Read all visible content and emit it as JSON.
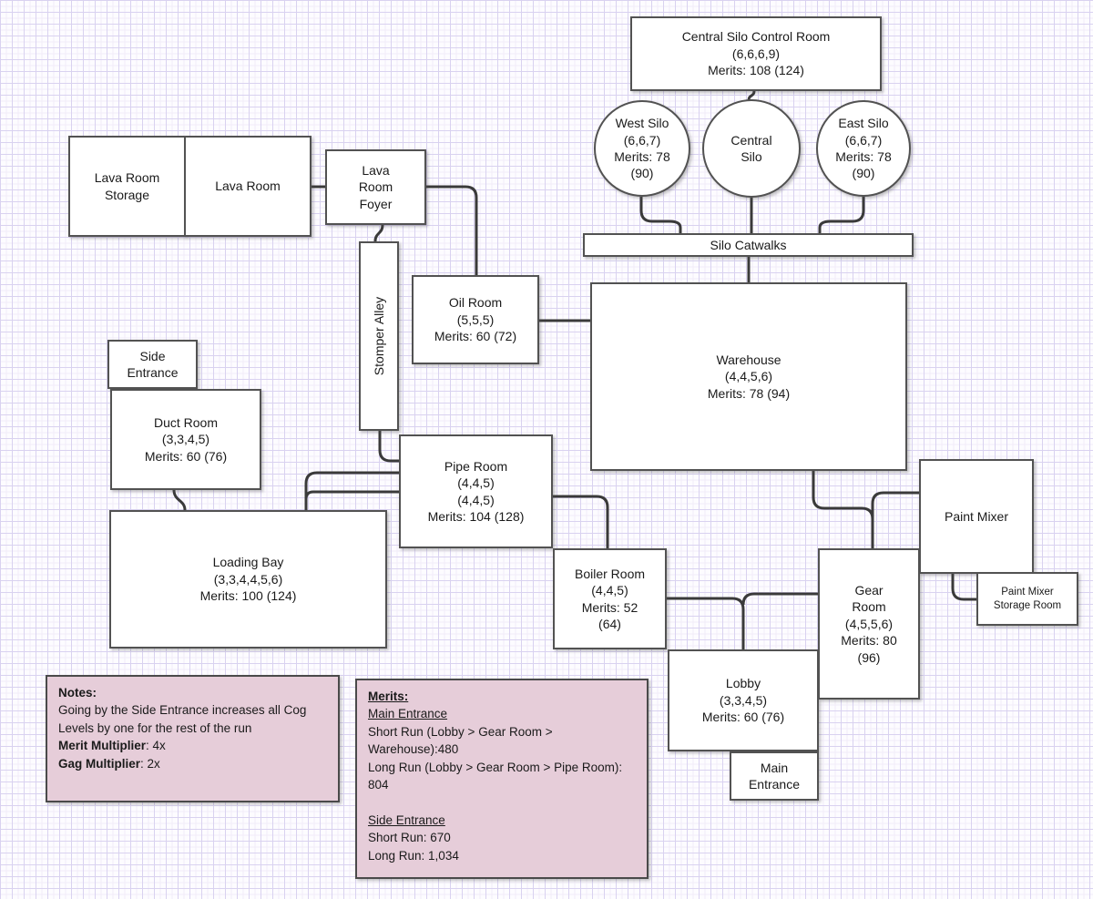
{
  "diagram": {
    "rooms": {
      "control_room": {
        "lines": [
          "Central Silo Control Room",
          "(6,6,6,9)",
          "Merits: 108 (124)"
        ]
      },
      "west_silo": {
        "lines": [
          "West Silo",
          "(6,6,7)",
          "Merits: 78",
          "(90)"
        ]
      },
      "central_silo": {
        "lines": [
          "Central",
          "Silo"
        ]
      },
      "east_silo": {
        "lines": [
          "East Silo",
          "(6,6,7)",
          "Merits: 78",
          "(90)"
        ]
      },
      "silo_catwalks": {
        "lines": [
          "Silo Catwalks"
        ]
      },
      "warehouse": {
        "lines": [
          "Warehouse",
          "(4,4,5,6)",
          "Merits: 78 (94)"
        ]
      },
      "lava_room_storage": {
        "lines": [
          "Lava Room",
          "Storage"
        ]
      },
      "lava_room": {
        "lines": [
          "Lava Room"
        ]
      },
      "lava_room_foyer": {
        "lines": [
          "Lava",
          "Room",
          "Foyer"
        ]
      },
      "stomper_alley": {
        "lines": [
          "Stomper Alley"
        ]
      },
      "oil_room": {
        "lines": [
          "Oil Room",
          "(5,5,5)",
          "Merits: 60 (72)"
        ]
      },
      "side_entrance": {
        "lines": [
          "Side",
          "Entrance"
        ]
      },
      "duct_room": {
        "lines": [
          "Duct Room",
          "(3,3,4,5)",
          "Merits: 60 (76)"
        ]
      },
      "loading_bay": {
        "lines": [
          "Loading Bay",
          "(3,3,4,4,5,6)",
          "Merits: 100 (124)"
        ]
      },
      "pipe_room": {
        "lines": [
          "Pipe Room",
          "(4,4,5)",
          "(4,4,5)",
          "Merits: 104 (128)"
        ]
      },
      "boiler_room": {
        "lines": [
          "Boiler Room",
          "(4,4,5)",
          "Merits: 52",
          "(64)"
        ]
      },
      "lobby": {
        "lines": [
          "Lobby",
          "(3,3,4,5)",
          "Merits: 60 (76)"
        ]
      },
      "main_entrance": {
        "lines": [
          "Main",
          "Entrance"
        ]
      },
      "gear_room": {
        "lines": [
          "Gear",
          "Room",
          "(4,5,5,6)",
          "Merits: 80",
          "(96)"
        ]
      },
      "paint_mixer": {
        "lines": [
          "Paint Mixer"
        ]
      },
      "paint_mixer_storage": {
        "lines": [
          "Paint Mixer",
          "Storage Room"
        ]
      }
    },
    "notes": {
      "title": "Notes:",
      "body": "Going by the Side Entrance increases all Cog Levels by one for the rest of the run",
      "merit_multiplier_label": "Merit Multiplier",
      "merit_multiplier_value": ": 4x",
      "gag_multiplier_label": "Gag Multiplier",
      "gag_multiplier_value": ": 2x"
    },
    "merits_panel": {
      "title": "Merits:",
      "main_entrance_heading": "Main Entrance",
      "main_short": "Short Run (Lobby > Gear Room > Warehouse):480",
      "main_long": "Long Run (Lobby > Gear Room > Pipe Room): 804",
      "side_entrance_heading": "Side Entrance",
      "side_short": "Short Run: 670",
      "side_long": "Long Run: 1,034"
    },
    "colors": {
      "note_fill": "#e6cdd9",
      "box_border": "#525252",
      "connector": "#3a3a3a",
      "grid_major": "#d9d2f0",
      "grid_minor": "#f1ecf8"
    }
  }
}
